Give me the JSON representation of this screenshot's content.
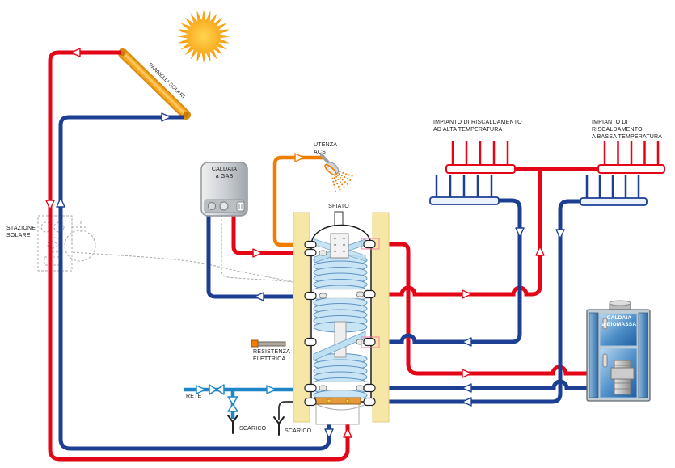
{
  "diagram": {
    "labels": {
      "solar_panels": "PANNELLI SOLARI",
      "solar_station": "STAZIONE\nSOLARE",
      "gas_boiler": "CALDAIA\na GAS",
      "dhw_user": "UTENZA\nACS",
      "vent": "SFIATO",
      "heating_high_temp": "IMPIANTO DI RISCALDAMENTO\nAD ALTA TEMPERATURA",
      "heating_low_temp": "IMPIANTO DI RISCALDAMENTO\nA BASSA TEMPERATURA",
      "biomass_boiler": "CALDAIA\na BIOMASSA",
      "electric_resistance": "RESISTENZA\nELETTRICA",
      "mains": "RETE",
      "drain_left": "SCARICO",
      "drain_center": "SCARICO"
    },
    "colors": {
      "hot_pipe_red": "#E30617",
      "cold_pipe_blue": "#1C3F94",
      "mains_pipe_light_blue": "#1C86C8",
      "dhw_pipe_orange": "#F07D00",
      "tank_insulation_yellow": "#F6E7A6",
      "coil_light_blue": "#C9E5F5",
      "sun_yellow": "#F7A600",
      "biomass_boiler_blue": "#2E6CA8",
      "drain_black": "#222222"
    },
    "icons": [
      "sun-icon",
      "solar-panel-icon",
      "pump-station-icon",
      "shower-icon",
      "radiator-icon",
      "storage-tank-icon",
      "gas-boiler-icon",
      "biomass-boiler-icon",
      "electric-heater-icon",
      "valve-icon",
      "drain-icon",
      "vent-icon",
      "flow-arrow-icon"
    ]
  }
}
